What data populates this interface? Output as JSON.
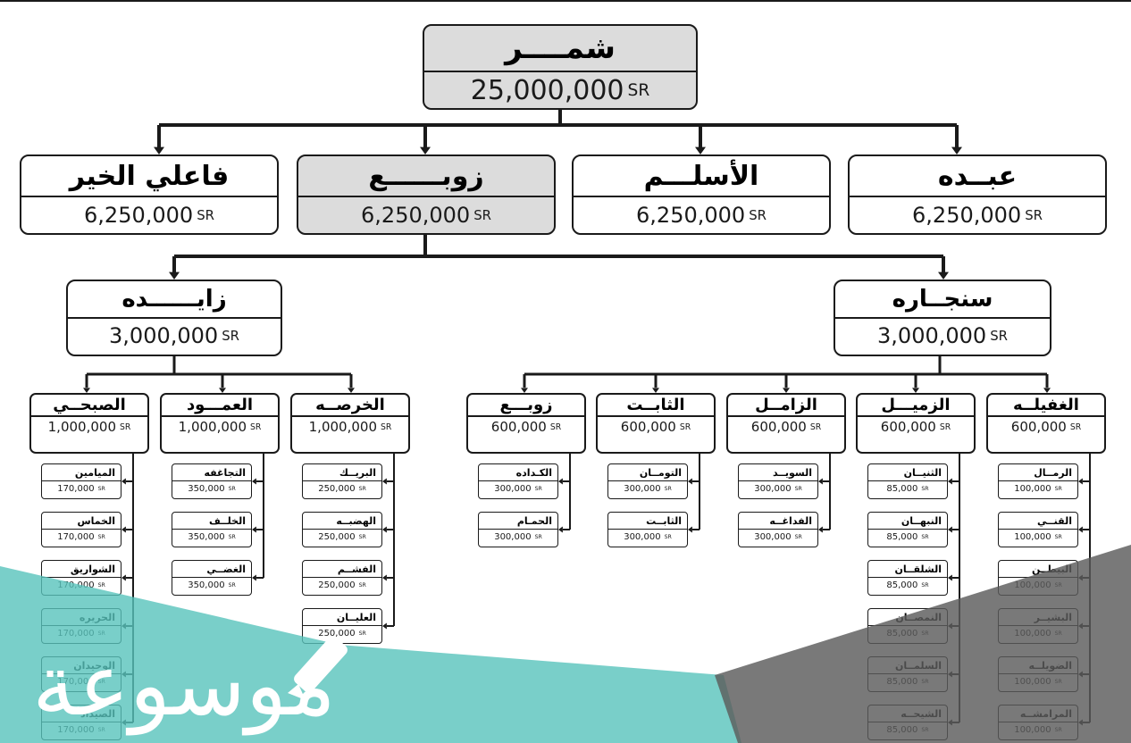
{
  "colors": {
    "line": "#1a1a1a",
    "shaded": "#dcdcdc",
    "teal": "#57c3bb",
    "gray": "#6f6f6f",
    "white": "#ffffff"
  },
  "currency": "SR",
  "logo": {
    "text": "موسوعة",
    "icon": "pencil-icon"
  },
  "tree": {
    "name": "شمــــر",
    "amount": "25,000,000",
    "shaded": true,
    "children": [
      {
        "name": "فاعلي الخير",
        "amount": "6,250,000"
      },
      {
        "name": "زوبــــــع",
        "amount": "6,250,000",
        "shaded": true,
        "children": [
          {
            "name": "زايــــــده",
            "amount": "3,000,000",
            "children": [
              {
                "name": "الصبحــي",
                "amount": "1,000,000",
                "children": [
                  {
                    "name": "الميامين",
                    "amount": "170,000"
                  },
                  {
                    "name": "الخماس",
                    "amount": "170,000"
                  },
                  {
                    "name": "الشواريق",
                    "amount": "170,000"
                  },
                  {
                    "name": "الحريره",
                    "amount": "170,000"
                  },
                  {
                    "name": "الوحيدان",
                    "amount": "170,000"
                  },
                  {
                    "name": "الصيداد",
                    "amount": "170,000"
                  }
                ]
              },
              {
                "name": "العمـــود",
                "amount": "1,000,000",
                "children": [
                  {
                    "name": "التجاغفه",
                    "amount": "350,000"
                  },
                  {
                    "name": "الخلــف",
                    "amount": "350,000"
                  },
                  {
                    "name": "الغضــي",
                    "amount": "350,000"
                  }
                ]
              },
              {
                "name": "الخرصــه",
                "amount": "1,000,000",
                "children": [
                  {
                    "name": "البريــك",
                    "amount": "250,000"
                  },
                  {
                    "name": "الهضبــه",
                    "amount": "250,000"
                  },
                  {
                    "name": "الفشــم",
                    "amount": "250,000"
                  },
                  {
                    "name": "العليــان",
                    "amount": "250,000"
                  }
                ]
              }
            ]
          },
          {
            "name": "سنجــاره",
            "amount": "3,000,000",
            "children": [
              {
                "name": "زوبـــع",
                "amount": "600,000",
                "children": [
                  {
                    "name": "الكـداده",
                    "amount": "300,000"
                  },
                  {
                    "name": "الحمـام",
                    "amount": "300,000"
                  }
                ]
              },
              {
                "name": "الثابــت",
                "amount": "600,000",
                "children": [
                  {
                    "name": "التومــان",
                    "amount": "300,000"
                  },
                  {
                    "name": "الثابــت",
                    "amount": "300,000"
                  }
                ]
              },
              {
                "name": "الزامــل",
                "amount": "600,000",
                "children": [
                  {
                    "name": "السويــد",
                    "amount": "300,000"
                  },
                  {
                    "name": "الفداغــه",
                    "amount": "300,000"
                  }
                ]
              },
              {
                "name": "الزميـــل",
                "amount": "600,000",
                "children": [
                  {
                    "name": "الثنيــان",
                    "amount": "85,000"
                  },
                  {
                    "name": "النبهــان",
                    "amount": "85,000"
                  },
                  {
                    "name": "الشلقــان",
                    "amount": "85,000"
                  },
                  {
                    "name": "النمصــان",
                    "amount": "85,000"
                  },
                  {
                    "name": "السلمــان",
                    "amount": "85,000"
                  },
                  {
                    "name": "الشيحــه",
                    "amount": "85,000"
                  }
                ]
              },
              {
                "name": "الغفيلــه",
                "amount": "600,000",
                "children": [
                  {
                    "name": "الرمــال",
                    "amount": "100,000"
                  },
                  {
                    "name": "القنــي",
                    "amount": "100,000"
                  },
                  {
                    "name": "البيطــن",
                    "amount": "100,000"
                  },
                  {
                    "name": "البشيــر",
                    "amount": "100,000"
                  },
                  {
                    "name": "الضويلــه",
                    "amount": "100,000"
                  },
                  {
                    "name": "المرامشــه",
                    "amount": "100,000"
                  }
                ]
              }
            ]
          }
        ]
      },
      {
        "name": "الأسلـــم",
        "amount": "6,250,000"
      },
      {
        "name": "عبــده",
        "amount": "6,250,000"
      }
    ]
  }
}
